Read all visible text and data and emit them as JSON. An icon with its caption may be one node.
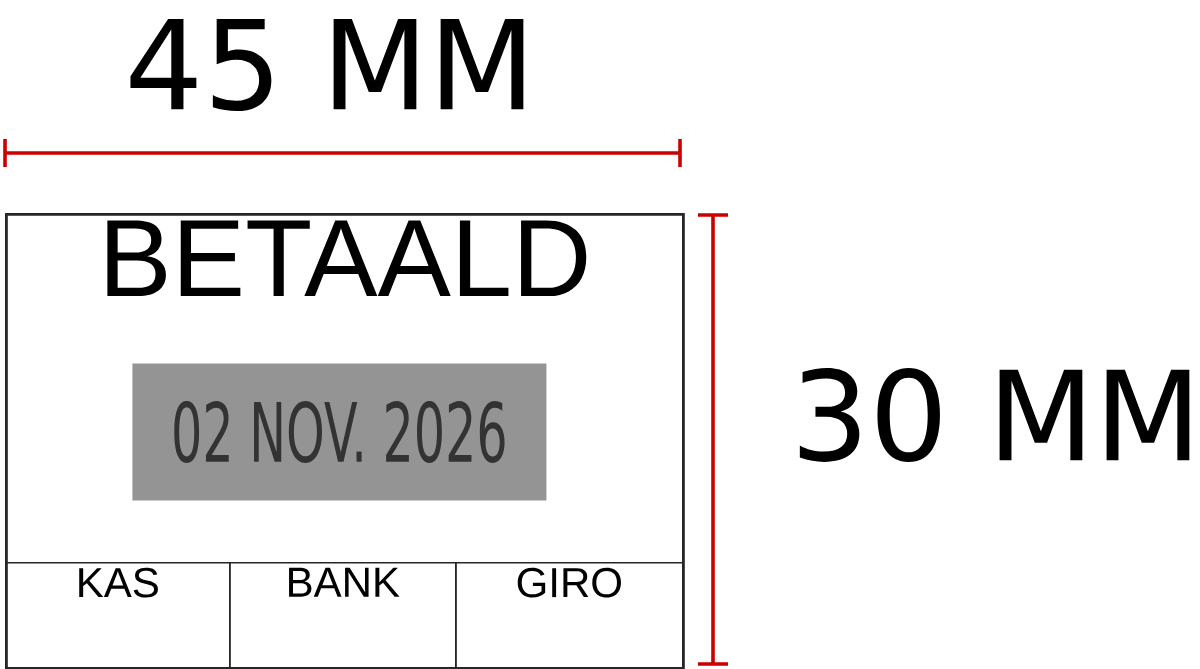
{
  "diagram": {
    "nodes": [
      {
        "text": [
          "BETAALD"
        ]
      },
      {
        "text": [
          "02 NOV. 2026"
        ],
        "in": 0
      },
      {
        "text": [
          "KAS"
        ],
        "in": 0
      },
      {
        "text": [
          "BANK"
        ],
        "in": 0
      },
      {
        "text": [
          "GIRO"
        ],
        "in": 0
      }
    ],
    "labels": [
      "45 MM",
      "30 MM"
    ]
  }
}
